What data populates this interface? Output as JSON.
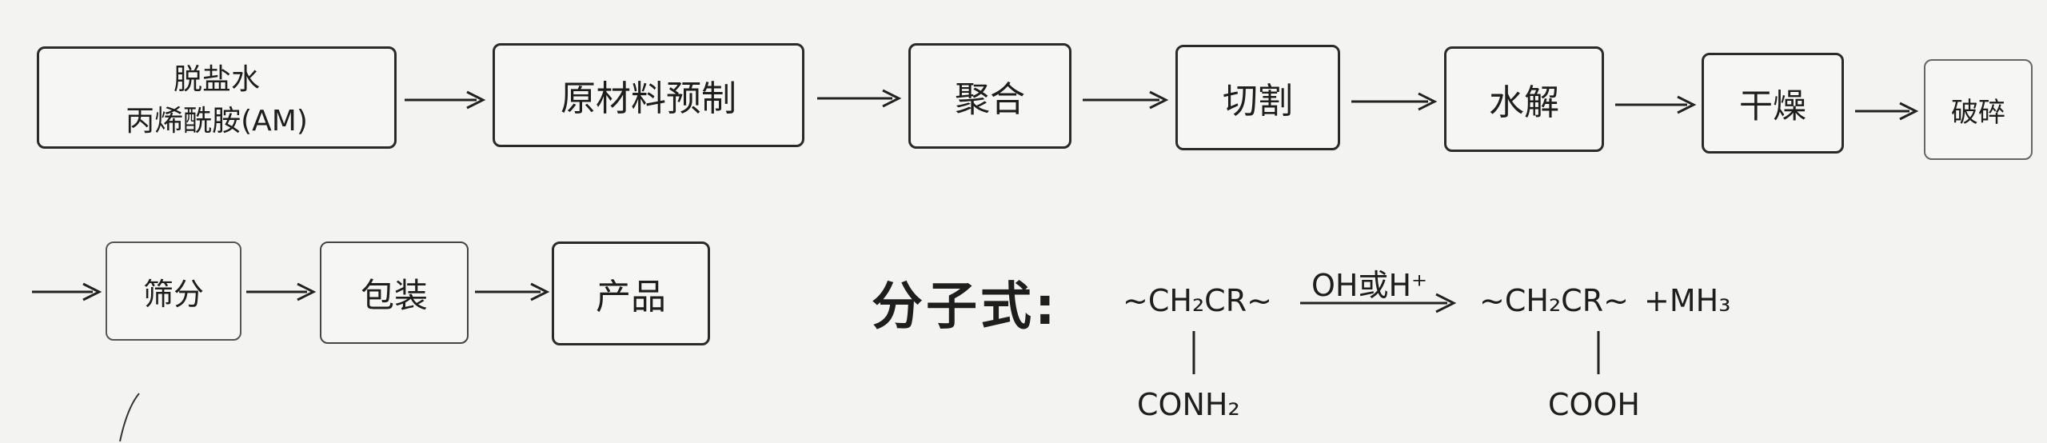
{
  "flow": {
    "row1": [
      {
        "line1": "脱盐水",
        "line2": "丙烯酰胺(AM)"
      },
      {
        "label": "原材料预制"
      },
      {
        "label": "聚合"
      },
      {
        "label": "切割"
      },
      {
        "label": "水解"
      },
      {
        "label": "干燥"
      },
      {
        "label": "破碎"
      }
    ],
    "row2": [
      {
        "label": "筛分"
      },
      {
        "label": "包装"
      },
      {
        "label": "产品"
      }
    ]
  },
  "formula": {
    "title": "分子式:",
    "reactant": "~CH₂CR~",
    "reactant_branch": "CONH₂",
    "condition": "OH或H⁺",
    "product": "~CH₂CR~",
    "product_branch": "COOH",
    "byproduct": "+MH₃"
  }
}
